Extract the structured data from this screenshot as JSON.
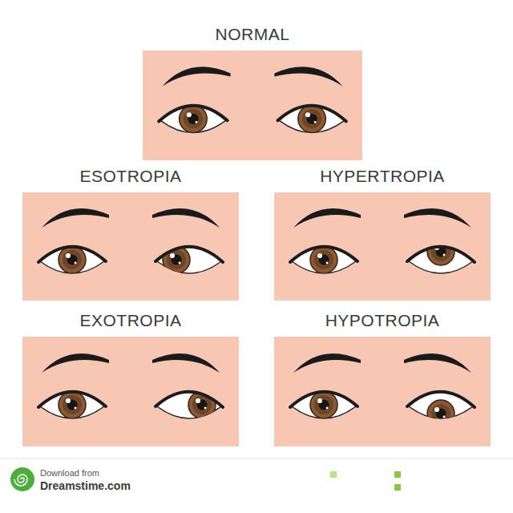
{
  "diagram": {
    "nodes": [
      {
        "text": [
          "NORMAL"
        ]
      },
      {
        "text": [
          "ESOTROPIA"
        ]
      },
      {
        "text": [
          "HYPERTROPIA"
        ]
      },
      {
        "text": [
          "EXOTROPIA"
        ]
      },
      {
        "text": [
          "HYPOTROPIA"
        ]
      }
    ],
    "labels": [
      "Download from",
      "Dreamstime.com"
    ]
  }
}
